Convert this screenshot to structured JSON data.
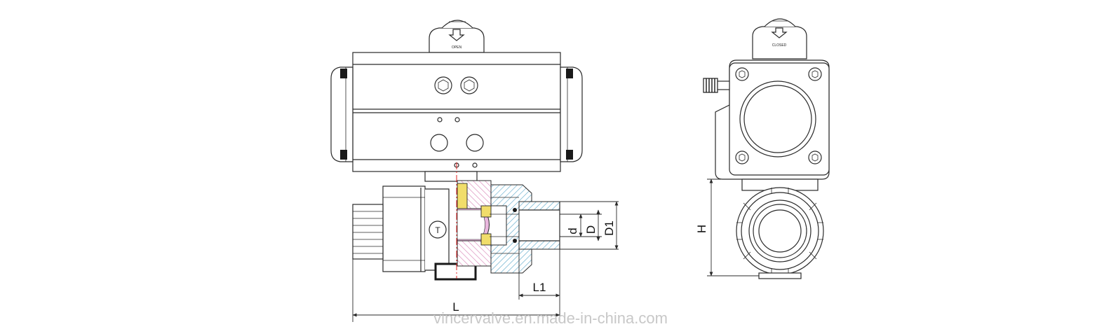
{
  "indicator": {
    "front_label": "OPEN",
    "side_label": "CLOSED"
  },
  "dimensions": {
    "d": "d",
    "D": "D",
    "D1": "D1",
    "L1": "L1",
    "L": "L",
    "H": "H"
  },
  "watermark": "vincervalve.en.made-in-china.com",
  "colors": {
    "outline": "#2a2a2a",
    "hatch_blue": "#5aa7c9",
    "hatch_pink": "#d67bb0",
    "ball_pink": "#e9b7de",
    "seat_yellow": "#f1dd6b",
    "centerline_red": "#e02020"
  }
}
